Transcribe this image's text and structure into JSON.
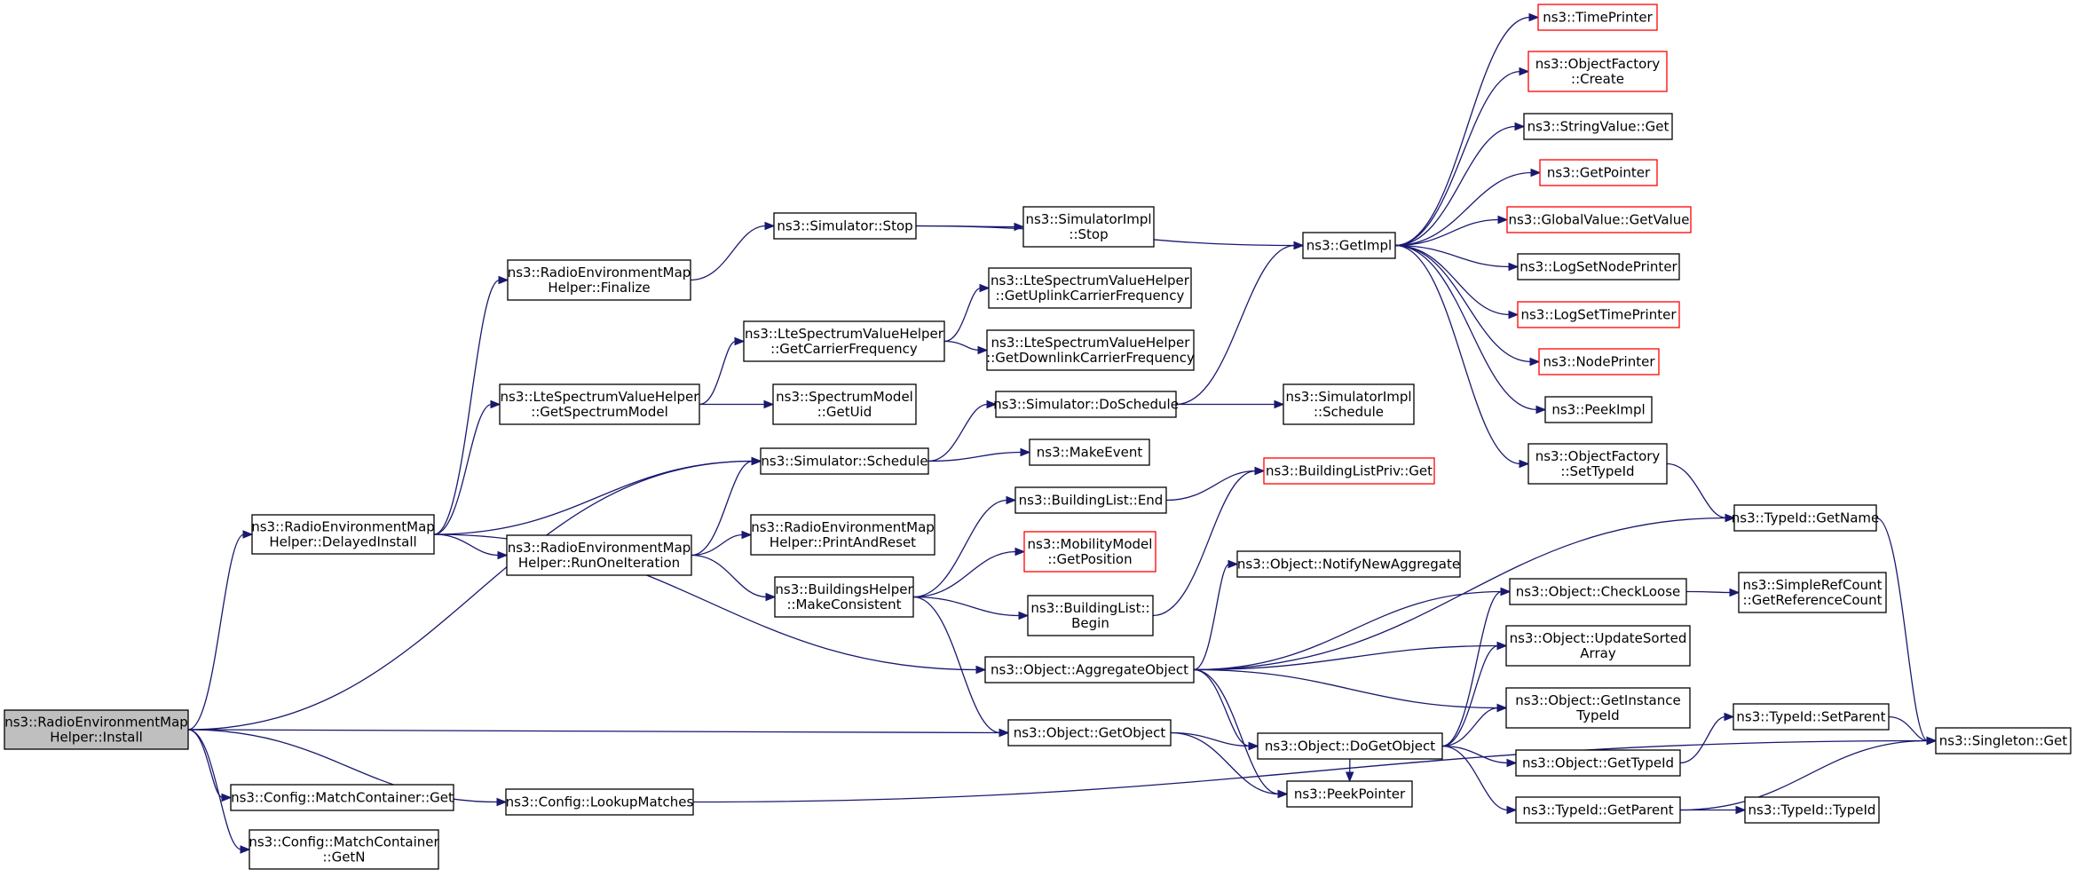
{
  "colors": {
    "edge": "#191970",
    "node_border": "#000000",
    "missing_border": "#ff0000",
    "root_fill": "#bfbfbf"
  },
  "nodes": {
    "install": {
      "lines": [
        "ns3::RadioEnvironmentMap",
        "Helper::Install"
      ],
      "root": true
    },
    "delayed": {
      "lines": [
        "ns3::RadioEnvironmentMap",
        "Helper::DelayedInstall"
      ]
    },
    "mcget": {
      "lines": [
        "ns3::Config::MatchContainer::Get"
      ]
    },
    "mcgetn": {
      "lines": [
        "ns3::Config::MatchContainer",
        "::GetN"
      ]
    },
    "lookup": {
      "lines": [
        "ns3::Config::LookupMatches"
      ]
    },
    "finalize": {
      "lines": [
        "ns3::RadioEnvironmentMap",
        "Helper::Finalize"
      ]
    },
    "getspectrum": {
      "lines": [
        "ns3::LteSpectrumValueHelper",
        "::GetSpectrumModel"
      ]
    },
    "runone": {
      "lines": [
        "ns3::RadioEnvironmentMap",
        "Helper::RunOneIteration"
      ]
    },
    "simstop": {
      "lines": [
        "ns3::Simulator::Stop"
      ]
    },
    "carrier": {
      "lines": [
        "ns3::LteSpectrumValueHelper",
        "::GetCarrierFrequency"
      ]
    },
    "specuid": {
      "lines": [
        "ns3::SpectrumModel",
        "::GetUid"
      ]
    },
    "schedule": {
      "lines": [
        "ns3::Simulator::Schedule"
      ]
    },
    "printreset": {
      "lines": [
        "ns3::RadioEnvironmentMap",
        "Helper::PrintAndReset"
      ]
    },
    "makeconsist": {
      "lines": [
        "ns3::BuildingsHelper",
        "::MakeConsistent"
      ]
    },
    "implstop": {
      "lines": [
        "ns3::SimulatorImpl",
        "::Stop"
      ]
    },
    "uplink": {
      "lines": [
        "ns3::LteSpectrumValueHelper",
        "::GetUplinkCarrierFrequency"
      ]
    },
    "downlink": {
      "lines": [
        "ns3::LteSpectrumValueHelper",
        "::GetDownlinkCarrierFrequency"
      ]
    },
    "doschedule": {
      "lines": [
        "ns3::Simulator::DoSchedule"
      ]
    },
    "makeevent": {
      "lines": [
        "ns3::MakeEvent"
      ]
    },
    "blend": {
      "lines": [
        "ns3::BuildingList::End"
      ]
    },
    "mobility": {
      "lines": [
        "ns3::MobilityModel",
        "::GetPosition"
      ],
      "missing": true
    },
    "blbegin": {
      "lines": [
        "ns3::BuildingList::",
        "Begin"
      ]
    },
    "aggregate": {
      "lines": [
        "ns3::Object::AggregateObject"
      ]
    },
    "getobject": {
      "lines": [
        "ns3::Object::GetObject"
      ]
    },
    "getimpl": {
      "lines": [
        "ns3::GetImpl"
      ]
    },
    "implschedule": {
      "lines": [
        "ns3::SimulatorImpl",
        "::Schedule"
      ]
    },
    "blpriv": {
      "lines": [
        "ns3::BuildingListPriv::Get"
      ],
      "missing": true
    },
    "notifyagg": {
      "lines": [
        "ns3::Object::NotifyNewAggregate"
      ]
    },
    "dogetobject": {
      "lines": [
        "ns3::Object::DoGetObject"
      ]
    },
    "peekpointer": {
      "lines": [
        "ns3::PeekPointer"
      ]
    },
    "timeprinter": {
      "lines": [
        "ns3::TimePrinter"
      ],
      "missing": true
    },
    "ofcreate": {
      "lines": [
        "ns3::ObjectFactory",
        "::Create"
      ],
      "missing": true
    },
    "stringget": {
      "lines": [
        "ns3::StringValue::Get"
      ]
    },
    "getpointer": {
      "lines": [
        "ns3::GetPointer"
      ],
      "missing": true
    },
    "gvgetvalue": {
      "lines": [
        "ns3::GlobalValue::GetValue"
      ],
      "missing": true
    },
    "lognode": {
      "lines": [
        "ns3::LogSetNodePrinter"
      ]
    },
    "logtime": {
      "lines": [
        "ns3::LogSetTimePrinter"
      ],
      "missing": true
    },
    "nodeprinter": {
      "lines": [
        "ns3::NodePrinter"
      ],
      "missing": true
    },
    "peekimpl": {
      "lines": [
        "ns3::PeekImpl"
      ]
    },
    "ofsettype": {
      "lines": [
        "ns3::ObjectFactory",
        "::SetTypeId"
      ]
    },
    "checkloose": {
      "lines": [
        "ns3::Object::CheckLoose"
      ]
    },
    "updatesorted": {
      "lines": [
        "ns3::Object::UpdateSorted",
        "Array"
      ]
    },
    "getinsttype": {
      "lines": [
        "ns3::Object::GetInstance",
        "TypeId"
      ]
    },
    "gettypeid": {
      "lines": [
        "ns3::Object::GetTypeId"
      ]
    },
    "getparent": {
      "lines": [
        "ns3::TypeId::GetParent"
      ]
    },
    "getname": {
      "lines": [
        "ns3::TypeId::GetName"
      ]
    },
    "refcount": {
      "lines": [
        "ns3::SimpleRefCount",
        "::GetReferenceCount"
      ]
    },
    "setparent": {
      "lines": [
        "ns3::TypeId::SetParent"
      ]
    },
    "typeidtypeid": {
      "lines": [
        "ns3::TypeId::TypeId"
      ]
    },
    "singleton": {
      "lines": [
        "ns3::Singleton::Get"
      ]
    }
  },
  "edges": [
    [
      "install",
      "delayed"
    ],
    [
      "install",
      "schedule"
    ],
    [
      "install",
      "getobject"
    ],
    [
      "install",
      "mcget"
    ],
    [
      "install",
      "mcgetn"
    ],
    [
      "install",
      "lookup"
    ],
    [
      "delayed",
      "finalize"
    ],
    [
      "delayed",
      "getspectrum"
    ],
    [
      "delayed",
      "schedule"
    ],
    [
      "delayed",
      "runone"
    ],
    [
      "delayed",
      "aggregate"
    ],
    [
      "lookup",
      "singleton"
    ],
    [
      "finalize",
      "simstop"
    ],
    [
      "getspectrum",
      "carrier"
    ],
    [
      "getspectrum",
      "specuid"
    ],
    [
      "runone",
      "schedule"
    ],
    [
      "runone",
      "printreset"
    ],
    [
      "runone",
      "makeconsist"
    ],
    [
      "simstop",
      "implstop"
    ],
    [
      "simstop",
      "getimpl"
    ],
    [
      "carrier",
      "uplink"
    ],
    [
      "carrier",
      "downlink"
    ],
    [
      "schedule",
      "doschedule"
    ],
    [
      "schedule",
      "makeevent"
    ],
    [
      "makeconsist",
      "blend"
    ],
    [
      "makeconsist",
      "mobility"
    ],
    [
      "makeconsist",
      "blbegin"
    ],
    [
      "makeconsist",
      "getobject"
    ],
    [
      "doschedule",
      "implschedule"
    ],
    [
      "doschedule",
      "getimpl"
    ],
    [
      "blend",
      "blpriv"
    ],
    [
      "blbegin",
      "blpriv"
    ],
    [
      "getimpl",
      "timeprinter"
    ],
    [
      "getimpl",
      "ofcreate"
    ],
    [
      "getimpl",
      "stringget"
    ],
    [
      "getimpl",
      "getpointer"
    ],
    [
      "getimpl",
      "gvgetvalue"
    ],
    [
      "getimpl",
      "lognode"
    ],
    [
      "getimpl",
      "logtime"
    ],
    [
      "getimpl",
      "nodeprinter"
    ],
    [
      "getimpl",
      "peekimpl"
    ],
    [
      "getimpl",
      "ofsettype"
    ],
    [
      "ofsettype",
      "getname"
    ],
    [
      "aggregate",
      "notifyagg"
    ],
    [
      "aggregate",
      "checkloose"
    ],
    [
      "aggregate",
      "updatesorted"
    ],
    [
      "aggregate",
      "getinsttype"
    ],
    [
      "aggregate",
      "dogetobject"
    ],
    [
      "aggregate",
      "peekpointer"
    ],
    [
      "aggregate",
      "getname"
    ],
    [
      "getobject",
      "dogetobject"
    ],
    [
      "getobject",
      "peekpointer"
    ],
    [
      "dogetobject",
      "checkloose"
    ],
    [
      "dogetobject",
      "updatesorted"
    ],
    [
      "dogetobject",
      "getinsttype"
    ],
    [
      "dogetobject",
      "gettypeid"
    ],
    [
      "dogetobject",
      "getparent"
    ],
    [
      "dogetobject",
      "peekpointer"
    ],
    [
      "checkloose",
      "refcount"
    ],
    [
      "gettypeid",
      "setparent"
    ],
    [
      "getparent",
      "typeidtypeid"
    ],
    [
      "getparent",
      "singleton"
    ],
    [
      "setparent",
      "singleton"
    ],
    [
      "getname",
      "singleton"
    ]
  ]
}
